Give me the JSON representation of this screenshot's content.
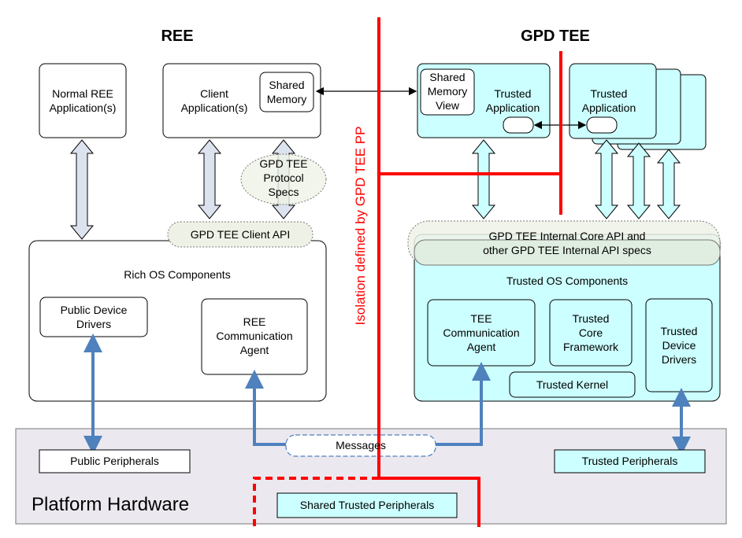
{
  "headers": {
    "ree": "REE",
    "tee": "GPD TEE"
  },
  "ree": {
    "normal_app": "Normal REE\nApplication(s)",
    "client_app": "Client\nApplication(s)",
    "shared_memory": "Shared\nMemory",
    "protocol_specs": "GPD TEE\nProtocol\nSpecs",
    "client_api": "GPD TEE Client API",
    "rich_os": "Rich OS Components",
    "public_drivers": "Public Device\nDrivers",
    "comm_agent": "REE\nCommunication\nAgent"
  },
  "tee": {
    "shared_memory_view": "Shared\nMemory\nView",
    "trusted_app_1": "Trusted\nApplication",
    "trusted_app_2": "Trusted\nApplication",
    "internal_api": "GPD TEE Internal Core API and\nother GPD TEE Internal API specs",
    "trusted_os": "Trusted OS Components",
    "comm_agent": "TEE\nCommunication\nAgent",
    "core_framework": "Trusted\nCore\nFramework",
    "device_drivers": "Trusted\nDevice\nDrivers",
    "kernel": "Trusted Kernel"
  },
  "isolation_label": "Isolation defined by GPD TEE PP",
  "hardware": {
    "title": "Platform Hardware",
    "messages": "Messages",
    "public_peripherals": "Public Peripherals",
    "trusted_peripherals": "Trusted Peripherals",
    "shared_trusted_peripherals": "Shared Trusted Peripherals"
  },
  "colors": {
    "tee_fill": "#ccffff",
    "hardware_fill": "#ebe8ef",
    "isolation_red": "#ff0000",
    "blue_arrow": "#4f81bd",
    "api_arrow_fill": "#dde3ee",
    "spec_bubble": "#eef2e6"
  }
}
